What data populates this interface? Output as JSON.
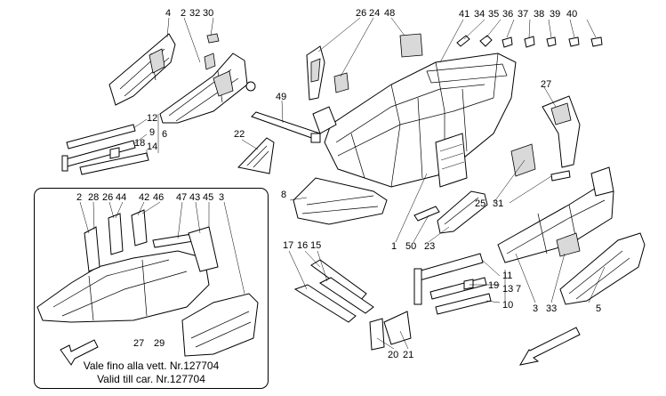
{
  "callouts": [
    {
      "id": "c4",
      "text": "4"
    },
    {
      "id": "c2",
      "text": "2"
    },
    {
      "id": "c32",
      "text": "32"
    },
    {
      "id": "c30",
      "text": "30"
    },
    {
      "id": "c26",
      "text": "26"
    },
    {
      "id": "c24",
      "text": "24"
    },
    {
      "id": "c48",
      "text": "48"
    },
    {
      "id": "c41",
      "text": "41"
    },
    {
      "id": "c34",
      "text": "34"
    },
    {
      "id": "c35",
      "text": "35"
    },
    {
      "id": "c36",
      "text": "36"
    },
    {
      "id": "c37",
      "text": "37"
    },
    {
      "id": "c38",
      "text": "38"
    },
    {
      "id": "c39",
      "text": "39"
    },
    {
      "id": "c40",
      "text": "40"
    },
    {
      "id": "c12",
      "text": "12"
    },
    {
      "id": "c9",
      "text": "9"
    },
    {
      "id": "c18",
      "text": "18"
    },
    {
      "id": "c14",
      "text": "14"
    },
    {
      "id": "c6",
      "text": "6"
    },
    {
      "id": "c49",
      "text": "49"
    },
    {
      "id": "c22",
      "text": "22"
    },
    {
      "id": "c27a",
      "text": "27"
    },
    {
      "id": "c8",
      "text": "8"
    },
    {
      "id": "c25",
      "text": "25"
    },
    {
      "id": "c31",
      "text": "31"
    },
    {
      "id": "c1",
      "text": "1"
    },
    {
      "id": "c50",
      "text": "50"
    },
    {
      "id": "c23",
      "text": "23"
    },
    {
      "id": "c17",
      "text": "17"
    },
    {
      "id": "c16",
      "text": "16"
    },
    {
      "id": "c15",
      "text": "15"
    },
    {
      "id": "c11",
      "text": "11"
    },
    {
      "id": "c19",
      "text": "19"
    },
    {
      "id": "c13",
      "text": "13"
    },
    {
      "id": "c7",
      "text": "7"
    },
    {
      "id": "c10",
      "text": "10"
    },
    {
      "id": "c3a",
      "text": "3"
    },
    {
      "id": "c33",
      "text": "33"
    },
    {
      "id": "c5",
      "text": "5"
    },
    {
      "id": "c20",
      "text": "20"
    },
    {
      "id": "c21",
      "text": "21"
    },
    {
      "id": "i2",
      "text": "2"
    },
    {
      "id": "i28",
      "text": "28"
    },
    {
      "id": "i26",
      "text": "26"
    },
    {
      "id": "i44",
      "text": "44"
    },
    {
      "id": "i42",
      "text": "42"
    },
    {
      "id": "i46",
      "text": "46"
    },
    {
      "id": "i47",
      "text": "47"
    },
    {
      "id": "i43",
      "text": "43"
    },
    {
      "id": "i45",
      "text": "45"
    },
    {
      "id": "i3",
      "text": "3"
    },
    {
      "id": "i27",
      "text": "27"
    },
    {
      "id": "i29",
      "text": "29"
    }
  ],
  "inset_note": {
    "line1": "Vale fino alla vett. Nr.127704",
    "line2": "Valid till car. Nr.127704"
  }
}
